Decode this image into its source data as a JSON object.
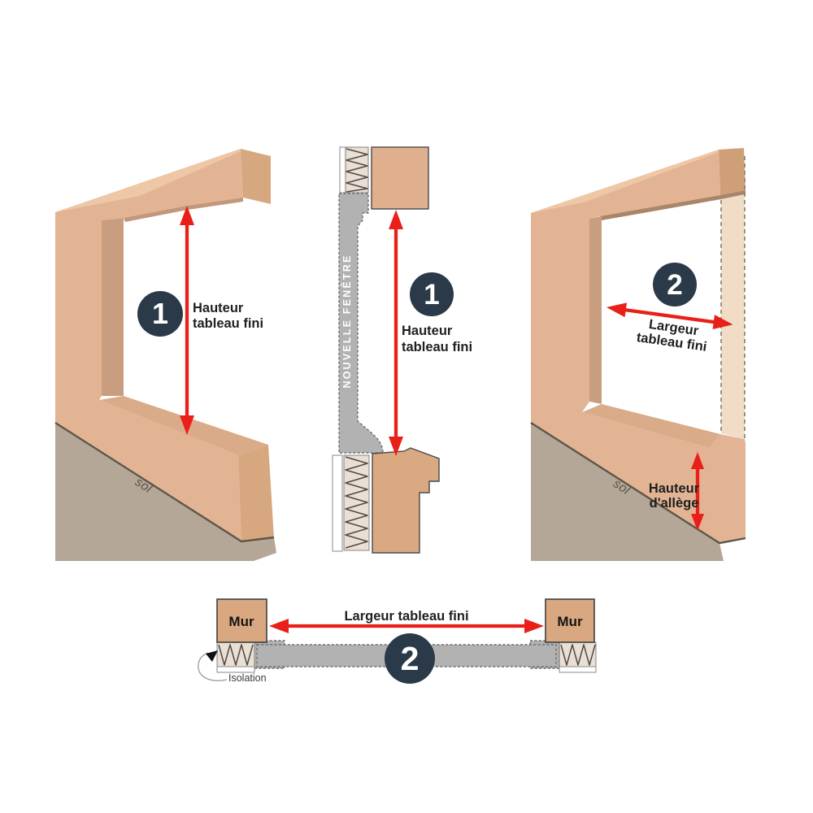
{
  "colors": {
    "arrow_red": "#E9201A",
    "badge_navy": "#2B3A48",
    "wall_tan": "#E2B494",
    "ground_gray": "#B4A797",
    "frame_gray": "#B2B2B2"
  },
  "panel_left": {
    "badge": "1",
    "label_line1": "Hauteur",
    "label_line2": "tableau fini",
    "ground_label": "sol"
  },
  "panel_middle": {
    "badge": "1",
    "frame_label": "NOUVELLE FENÊTRE",
    "label_line1": "Hauteur",
    "label_line2": "tableau fini"
  },
  "panel_right": {
    "badge": "2",
    "width_label_line1": "Largeur",
    "width_label_line2": "tableau fini",
    "allege_label_line1": "Hauteur",
    "allege_label_line2": "d'allège",
    "ground_label": "sol"
  },
  "panel_bottom": {
    "badge": "2",
    "wall_left_label": "Mur",
    "wall_right_label": "Mur",
    "width_label": "Largeur tableau fini",
    "insulation_label": "Isolation"
  }
}
